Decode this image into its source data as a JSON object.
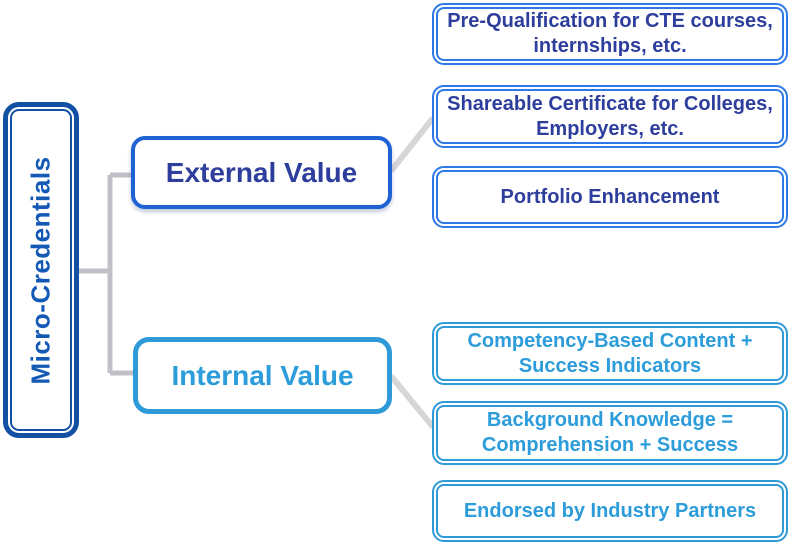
{
  "diagram": {
    "type": "mind-map",
    "root": {
      "label": "Micro-Credentials"
    },
    "branches": [
      {
        "id": "external",
        "label": "External Value",
        "leaves": [
          "Pre-Qualification for CTE courses, internships, etc.",
          "Shareable Certificate for Colleges, Employers, etc.",
          "Portfolio Enhancement"
        ]
      },
      {
        "id": "internal",
        "label": "Internal Value",
        "leaves": [
          "Competency-Based Content + Success Indicators",
          "Background Knowledge = Comprehension + Success",
          "Endorsed by Industry Partners"
        ]
      }
    ],
    "colors": {
      "root_border": "#1150a2",
      "root_text": "#1459b5",
      "external_border": "#1e62d4",
      "external_text": "#2e3e9c",
      "top_leaf_border": "#2e79e8",
      "top_leaf_text": "#2e3e9c",
      "internal_border": "#2e9ad8",
      "internal_text": "#2c9cda",
      "connector_gray": "#c0c1c6",
      "background": "#ffffff"
    }
  }
}
